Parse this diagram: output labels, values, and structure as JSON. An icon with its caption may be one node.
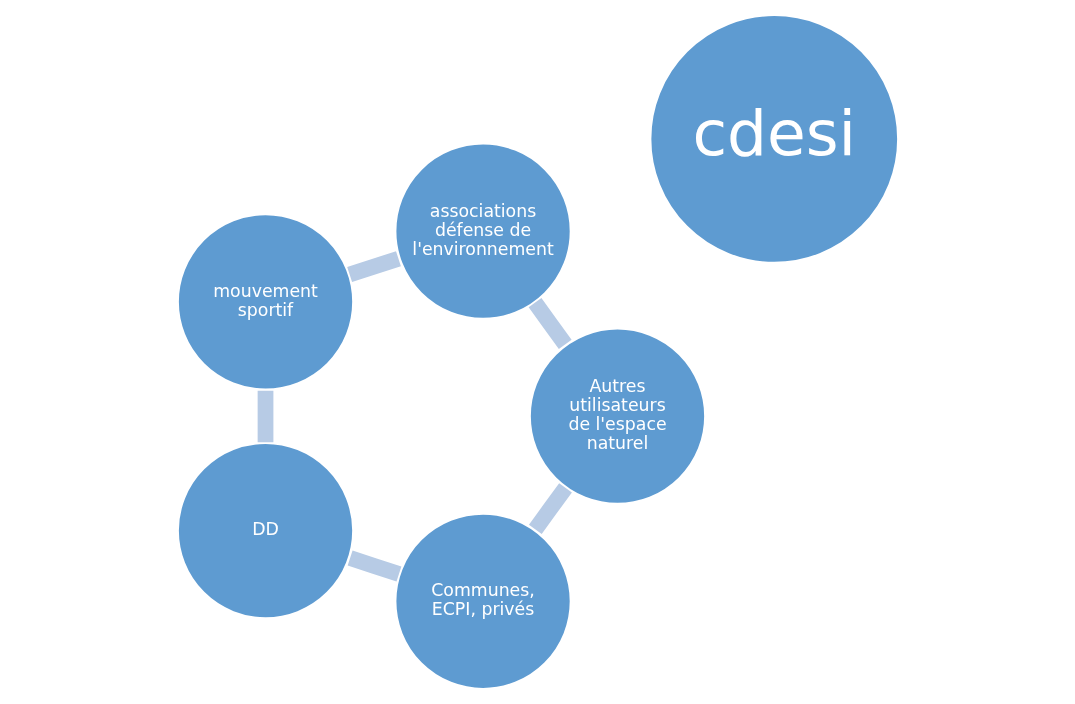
{
  "diagram": {
    "nodes": [
      {
        "text": [
          "cdesi"
        ]
      },
      {
        "text": [
          "Communes,  ECPI, privés"
        ]
      },
      {
        "text": [
          "DD"
        ]
      },
      {
        "text": [
          "mouvement sportif"
        ]
      },
      {
        "text": [
          "associations défense de l'environnement"
        ]
      },
      {
        "text": [
          "Autres utilisateurs de l'espace naturel"
        ]
      }
    ],
    "edges": [
      {
        "from": 1,
        "to": 2,
        "arrow": "none"
      },
      {
        "from": 2,
        "to": 3,
        "arrow": "none"
      },
      {
        "from": 3,
        "to": 4,
        "arrow": "none"
      },
      {
        "from": 4,
        "to": 5,
        "arrow": "none"
      },
      {
        "from": 5,
        "to": 1,
        "arrow": "none"
      }
    ]
  }
}
